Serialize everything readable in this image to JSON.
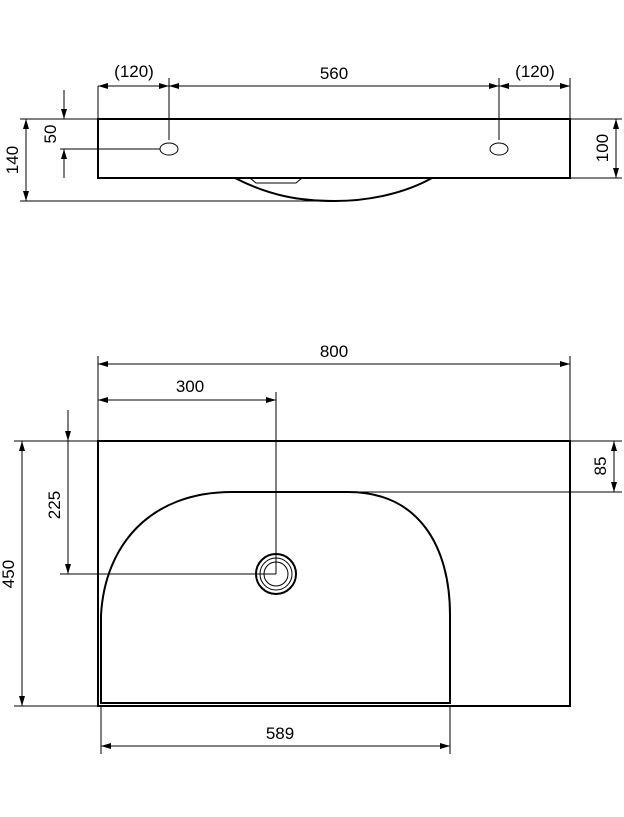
{
  "top_view": {
    "dim_left_spacing": "(120)",
    "dim_center_spacing": "560",
    "dim_right_spacing": "(120)",
    "dim_hole_offset": "50",
    "dim_total_height": "140",
    "dim_slab_height": "100"
  },
  "plan_view": {
    "dim_width": "800",
    "dim_drain_x": "300",
    "dim_drain_y": "225",
    "dim_depth": "450",
    "dim_back_margin": "85",
    "dim_bowl_width": "589"
  }
}
